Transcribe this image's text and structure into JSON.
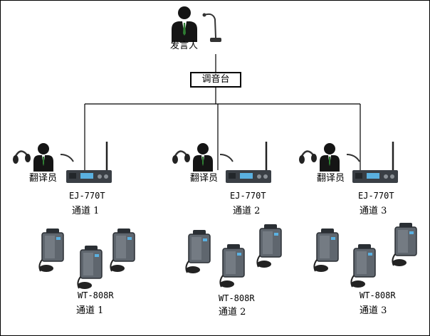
{
  "speaker": {
    "label": "发言人",
    "icon": "speaker-with-microphone-icon"
  },
  "mixer": {
    "label": "调音台"
  },
  "interpreters": [
    {
      "label": "翻译员",
      "transmitter_model": "EJ-770T",
      "channel": "通道 1"
    },
    {
      "label": "翻译员",
      "transmitter_model": "EJ-770T",
      "channel": "通道 2"
    },
    {
      "label": "翻译员",
      "transmitter_model": "EJ-770T",
      "channel": "通道 3"
    }
  ],
  "receivers": [
    {
      "model": "WT-808R",
      "channel": "通道 1"
    },
    {
      "model": "WT-808R",
      "channel": "通道 2"
    },
    {
      "model": "WT-808R",
      "channel": "通道 3"
    }
  ],
  "colors": {
    "line": "#000000",
    "person": "#151515",
    "tie": "#2e7d32",
    "device": "#3a3f45",
    "receiver": "#5f666e",
    "screen": "#5ab0e0"
  }
}
